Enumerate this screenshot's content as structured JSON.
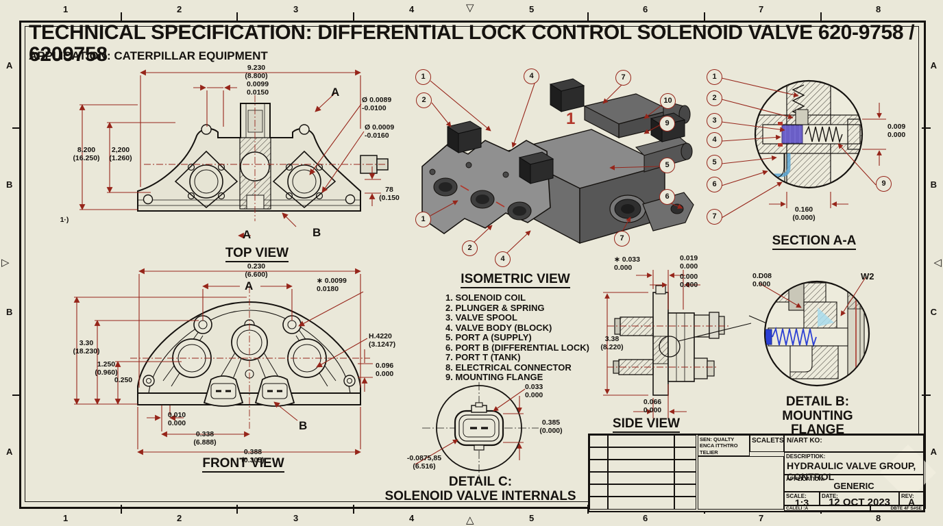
{
  "colors": {
    "paper": "#eae8d9",
    "line_black": "#15120f",
    "dim_red": "#96251a",
    "accent_red": "#b2362a",
    "metal_gray": "#7a7a7a",
    "connector_dark": "#262626",
    "spool_purple": "#5b4fc4",
    "spring_blue": "#2b3fd4",
    "passage_blue": "#5ba6d4"
  },
  "border": {
    "columns": [
      "1",
      "2",
      "3",
      "4",
      "5",
      "6",
      "7",
      "8"
    ],
    "rows_left": [
      "A",
      "B",
      "B",
      "A"
    ],
    "rows_right": [
      "A",
      "B",
      "C",
      "A"
    ],
    "marker_down": "▽",
    "marker_up": "△",
    "marker_right": "▷",
    "marker_left": "◁"
  },
  "header": {
    "title": "TECHNICAL SPECIFICATION: DIFFERENTIAL LOCK CONTROL SOLENOID VALVE 620-9758 / 6209758",
    "application": "APPLICATION: CATERPILLAR EQUIPMENT"
  },
  "top_view": {
    "title": "TOP VIEW",
    "dim_width": "9.230\n(8.800)",
    "dim_offset": "0.0099\n0.0150",
    "dim_height": "8.200\n(16.250)",
    "dim_height2": "2,200\n(1.260)",
    "dim_dia1": "Ø 0.0089\n-0.0100",
    "dim_dia2": "Ø 0.0009\n-0.0160",
    "dim_step": "78\n(0.150",
    "note": "1·)",
    "label_a_top": "A",
    "label_a_cut": "A",
    "label_b": "B"
  },
  "front_view": {
    "title": "FRONT VIEW",
    "dim_width": "0.230\n(6.600)",
    "label_a": "A",
    "dim_tol": "∗ 0.0099\n0.0180",
    "dim_height": "3.30\n(18.230)",
    "dim_height2": "1.250\n(0.960)",
    "dim_height3": "0.250",
    "dim_radius": "H.4220\n(3.1247)",
    "dim_step": "0.096\n0.000",
    "dim_offset": "0.010\n0.000",
    "dim_width2": "0.338\n(6.888)",
    "dim_width3": "0.388\n(0.305)",
    "label_b": "B"
  },
  "isometric": {
    "title": "ISOMETRIC VIEW",
    "red_mark": "1",
    "balloons": {
      "b1": "1",
      "b2": "2",
      "b4": "4",
      "b7": "7",
      "b10": "10",
      "b9": "9",
      "b5": "5",
      "b6": "6",
      "b7b": "7",
      "b4b": "4",
      "b2b": "2",
      "b1b": "1"
    }
  },
  "parts_list": {
    "items": [
      "1. SOLENOID COIL",
      "2. PLUNGER & SPRING",
      "3. VALVE SPOOL",
      "4. VALVE BODY (BLOCK)",
      "5. PORT A (SUPPLY)",
      "6. PORT B (DIFFERENTIAL LOCK)",
      "7. PORT T (TANK)",
      "8. ELECTRICAL CONNECTOR",
      "9. MOUNTING FLANGE"
    ]
  },
  "section_aa": {
    "title": "SECTION A-A",
    "balloons": {
      "b1": "1",
      "b2": "2",
      "b3": "3",
      "b4": "4",
      "b5": "5",
      "b6": "6",
      "b7": "7",
      "b9": "9"
    },
    "dim_right": "0.009\n0.000",
    "dim_bottom": "0.160\n(0.000)"
  },
  "detail_b": {
    "title": "DETAIL B:\nMOUNTING FLANGE",
    "dim": "0.D08\n0.000",
    "label_w2": "W2"
  },
  "side_view": {
    "title": "SIDE VIEW",
    "dim_tol1": "∗ 0.033\n0.000",
    "dim_tol2": "0.019\n0.000",
    "dim_tol3": "0.000\n0.000",
    "dim_height": "3.38\n(8.220)",
    "dim_width": "0.066\n0.000"
  },
  "detail_c": {
    "title": "DETAIL C:\nSOLENOID VALVE INTERNALS",
    "dim_top": "0.033\n0.000",
    "dim_right": "0.385\n(0.000)",
    "dim_dia": "-0.0875,85\n(6.516)"
  },
  "title_block": {
    "approvals": "SEN: QUALTY\nENCA ITTHTRO\nTELIER",
    "scalets": "SCALETS",
    "part_no_label": "N/ART KO:",
    "description_label": "DESCRIPTIOK:",
    "description_value": "HYDRAULIC VALVE GROUP, CONTROL",
    "application_label": "APPLICATION:",
    "application_value": "GENERIC",
    "scale_label": "SCALE:",
    "scale_value": "1:3",
    "date_label": "DATE:",
    "date_value": "12 OCT 2023",
    "rev_label": "REV:",
    "rev_value": "A",
    "footer_left": "CALELI :A",
    "footer_right": "DBTE 4F S#SE"
  }
}
